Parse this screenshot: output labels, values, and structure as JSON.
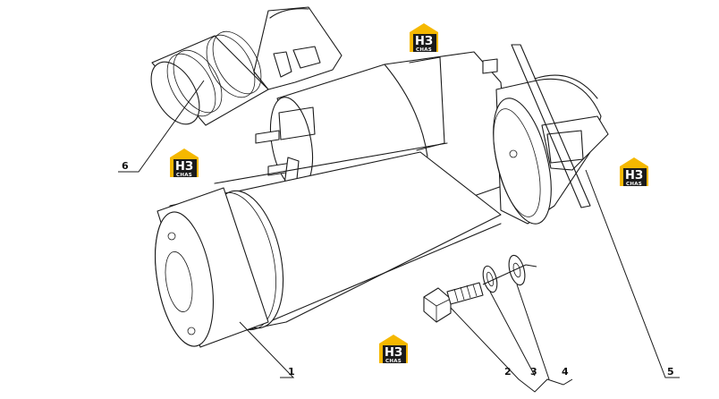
{
  "diagram": {
    "callouts": [
      "1",
      "2",
      "3",
      "4",
      "5",
      "6"
    ],
    "watermark": {
      "main": "НЗ",
      "sub": "CHAS"
    },
    "colors": {
      "line": "#1a1a1a",
      "logo_yellow": "#f5b800",
      "logo_dark": "#1b1b1b"
    }
  }
}
